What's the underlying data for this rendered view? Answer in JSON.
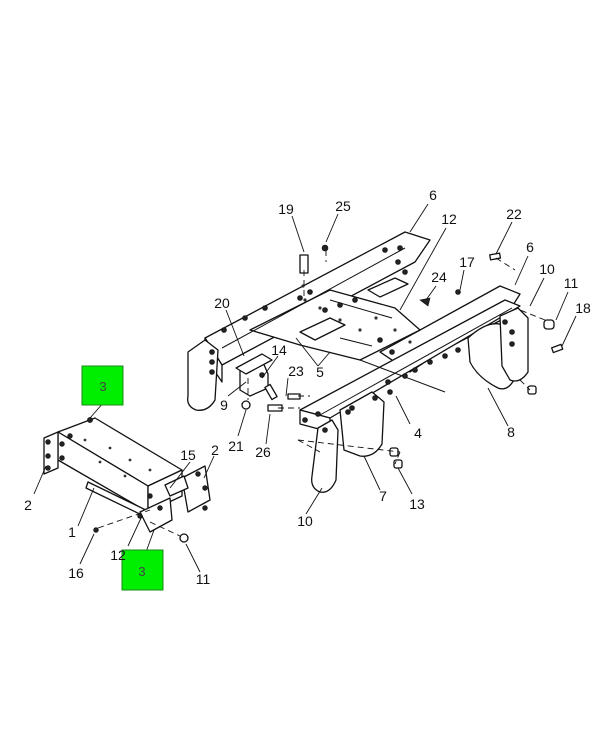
{
  "callouts": [
    {
      "id": "c19",
      "text": "19"
    },
    {
      "id": "c25",
      "text": "25"
    },
    {
      "id": "c6a",
      "text": "6"
    },
    {
      "id": "c12a",
      "text": "12"
    },
    {
      "id": "c22",
      "text": "22"
    },
    {
      "id": "c6b",
      "text": "6"
    },
    {
      "id": "c10a",
      "text": "10"
    },
    {
      "id": "c24",
      "text": "24"
    },
    {
      "id": "c17",
      "text": "17"
    },
    {
      "id": "c11a",
      "text": "11"
    },
    {
      "id": "c18",
      "text": "18"
    },
    {
      "id": "c20",
      "text": "20"
    },
    {
      "id": "c14",
      "text": "14"
    },
    {
      "id": "c23",
      "text": "23"
    },
    {
      "id": "c5",
      "text": "5"
    },
    {
      "id": "c9",
      "text": "9"
    },
    {
      "id": "c21",
      "text": "21"
    },
    {
      "id": "c26",
      "text": "26"
    },
    {
      "id": "c4",
      "text": "4"
    },
    {
      "id": "c8",
      "text": "8"
    },
    {
      "id": "c7",
      "text": "7"
    },
    {
      "id": "c13",
      "text": "13"
    },
    {
      "id": "c10b",
      "text": "10"
    },
    {
      "id": "c2a",
      "text": "2"
    },
    {
      "id": "c15",
      "text": "15"
    },
    {
      "id": "c2b",
      "text": "2"
    },
    {
      "id": "c1",
      "text": "1"
    },
    {
      "id": "c16",
      "text": "16"
    },
    {
      "id": "c12b",
      "text": "12"
    },
    {
      "id": "c11b",
      "text": "11"
    }
  ],
  "highlights": [
    {
      "id": "h3a",
      "text": "3"
    },
    {
      "id": "h3b",
      "text": "3"
    }
  ],
  "colors": {
    "highlight": "#00ee00",
    "line": "#111111",
    "background": "#ffffff"
  }
}
